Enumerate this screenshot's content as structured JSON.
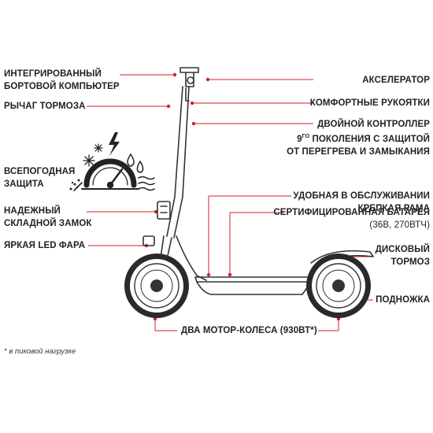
{
  "labels": {
    "computer_1": "ИНТЕГРИРОВАННЫЙ",
    "computer_2": "БОРТОВОЙ КОМПЬЮТЕР",
    "brake_lever": "РЫЧАГ ТОРМОЗА",
    "weather_1": "ВСЕПОГОДНАЯ",
    "weather_2": "ЗАЩИТА",
    "lock_1": "НАДЕЖНЫЙ",
    "lock_2": "СКЛАДНОЙ ЗАМОК",
    "led": "ЯРКАЯ LED ФАРА",
    "accelerator": "АКСЕЛЕРАТОР",
    "grips": "КОМФОРТНЫЕ РУКОЯТКИ",
    "controller_1": "ДВОЙНОЙ КОНТРОЛЛЕР",
    "controller_2a": "9",
    "controller_2sup": "ГО",
    "controller_2b": " ПОКОЛЕНИЯ С ЗАЩИТОЙ",
    "controller_3": "ОТ ПЕРЕГРЕВА И ЗАМЫКАНИЯ",
    "frame_1": "УДОБНАЯ В ОБСЛУЖИВАНИИ",
    "frame_2": "КРЕПКАЯ РАМА",
    "battery_1": "СЕРТИФИЦИРОВАННАЯ БАТАРЕЯ",
    "battery_2": "(36В, 270ВТЧ)",
    "disc_1": "ДИСКОВЫЙ",
    "disc_2": "ТОРМОЗ",
    "kickstand": "ПОДНОЖКА",
    "motor": "ДВА МОТОР-КОЛЕСА (930ВТ*)"
  },
  "footnote": "* в пиковой нагрузке",
  "colors": {
    "accent": "#d11f2a",
    "text": "#222222",
    "line": "#333333"
  },
  "icons": [
    "snowflake-icon",
    "lightning-icon",
    "water-drop-icon",
    "gauge-icon",
    "wind-icon",
    "spray-icon"
  ]
}
